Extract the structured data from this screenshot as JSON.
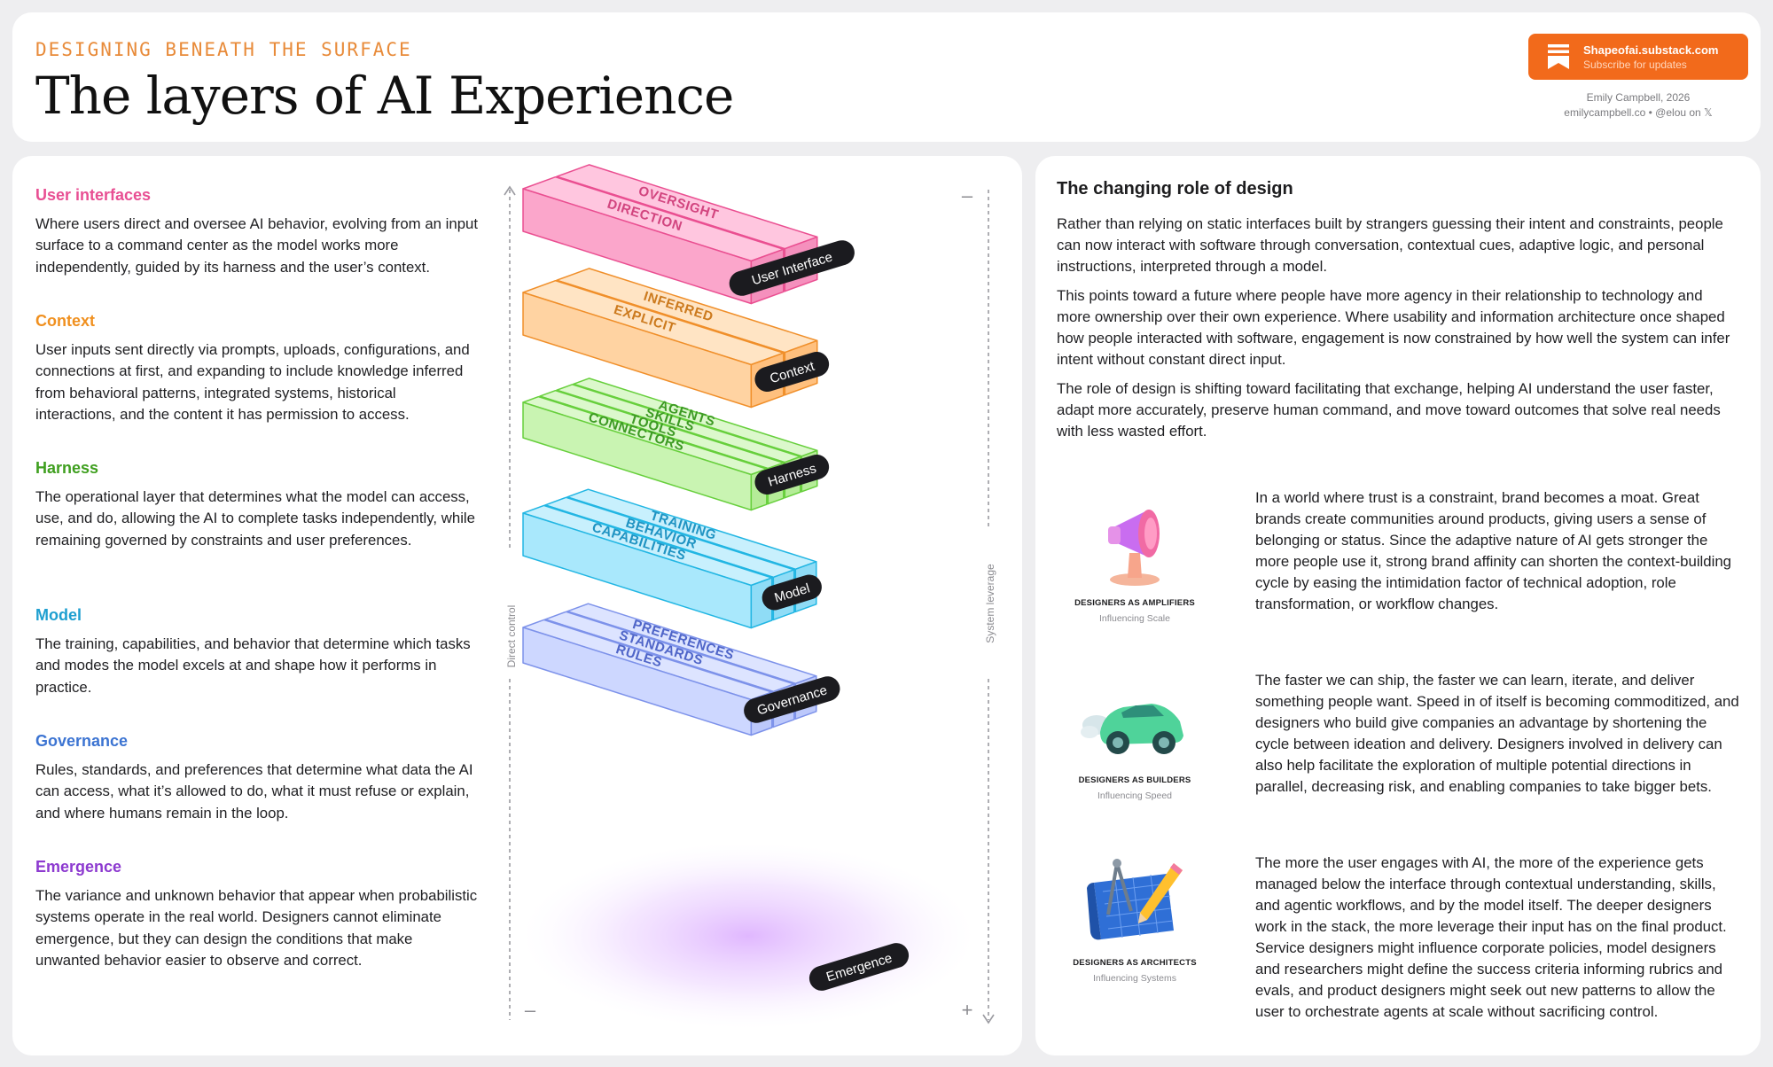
{
  "header": {
    "eyebrow": "DESIGNING BENEATH THE SURFACE",
    "title": "The layers of AI Experience",
    "cta_url": "Shapeofai.substack.com",
    "cta_sub": "Subscribe for updates",
    "credit_line1": "Emily Campbell, 2026",
    "credit_line2": "emilycampbell.co • @elou on 𝕏"
  },
  "layers": [
    {
      "title": "User interfaces",
      "color": "#e84f93",
      "desc": "Where users direct and oversee AI behavior, evolving from an input surface to a command center as the model works more independently, guided by its harness and the user’s context."
    },
    {
      "title": "Context",
      "color": "#f0901f",
      "desc": "User inputs sent directly via prompts, uploads, configurations, and connections at first, and expanding to include knowledge inferred from behavioral patterns, integrated systems, historical interactions, and the content it has permission to access."
    },
    {
      "title": "Harness",
      "color": "#3f9f1f",
      "desc": "The operational layer that determines what the model can access, use, and do, allowing the AI to complete tasks independently, while remaining governed by constraints and user preferences."
    },
    {
      "title": "Model",
      "color": "#1e9fd0",
      "desc": "The training, capabilities, and behavior that determine which tasks and modes the model excels at and shape how it performs in practice."
    },
    {
      "title": "Governance",
      "color": "#3c74d2",
      "desc": "Rules, standards, and preferences that determine what data the AI can access, what it’s allowed to do, what it must refuse or explain, and where humans remain in the loop."
    },
    {
      "title": "Emergence",
      "color": "#8d3ad0",
      "desc": "The variance and unknown behavior that appear when probabilistic systems operate in the real world. Designers cannot eliminate emergence, but they can design the conditions that make unwanted behavior easier to observe and correct."
    }
  ],
  "diagram": {
    "left_axis": "Direct control",
    "right_axis": "System leverage",
    "plus": "+",
    "minus": "–",
    "stacks": [
      {
        "badge": "User Interface",
        "colors": {
          "top": "#ffc6df",
          "front": "#fba6cb",
          "side": "#f590bd",
          "line": "#ea4f91",
          "text": "#d2457f"
        },
        "bars": [
          "DIRECTION",
          "OVERSIGHT"
        ]
      },
      {
        "badge": "Context",
        "colors": {
          "top": "#ffe4c4",
          "front": "#ffd3a2",
          "side": "#ffc07e",
          "line": "#f08f2a",
          "text": "#cc7a1e"
        },
        "bars": [
          "EXPLICIT",
          "INFERRED"
        ]
      },
      {
        "badge": "Harness",
        "colors": {
          "top": "#dcf8cc",
          "front": "#c9f4b2",
          "side": "#b5ec98",
          "line": "#67cf3c",
          "text": "#3d9a24"
        },
        "bars": [
          "CONNECTORS",
          "TOOLS",
          "SKILLS",
          "AGENTS"
        ]
      },
      {
        "badge": "Model",
        "colors": {
          "top": "#c8f0fd",
          "front": "#a9e8fc",
          "side": "#8fdcf6",
          "line": "#22b6e3",
          "text": "#1f93c2"
        },
        "bars": [
          "CAPABILITIES",
          "BEHAVIOR",
          "TRAINING"
        ]
      },
      {
        "badge": "Governance",
        "colors": {
          "top": "#dde4ff",
          "front": "#cdd7ff",
          "side": "#bcc8fb",
          "line": "#7d92ea",
          "text": "#4f65c8"
        },
        "bars": [
          "RULES",
          "STANDARDS",
          "PREFERENCES"
        ]
      }
    ],
    "emergence_badge": "Emergence"
  },
  "right": {
    "heading": "The changing role of design",
    "paragraphs": [
      "Rather than relying on static interfaces built by strangers guessing their intent and constraints, people can now interact with software through conversation, contextual cues, adaptive logic, and personal instructions, interpreted through a model.",
      "This points toward a future where people have more agency in their relationship to technology and more ownership over their own experience. Where usability and information architecture once shaped how people interacted with software, engagement is now constrained by how well the system can infer intent without constant direct input.",
      "The role of design is shifting toward facilitating that exchange, helping AI understand the user faster, adapt more accurately, preserve human command, and move toward outcomes that solve real needs with less wasted effort."
    ],
    "roles": [
      {
        "icon": "megaphone-icon",
        "name": "DESIGNERS AS AMPLIFIERS",
        "sub": "Influencing Scale",
        "text": "In a world where trust is a constraint, brand becomes a moat. Great brands create communities around products, giving users a sense of belonging or status. Since the adaptive nature of AI gets stronger the more people use it, strong brand affinity can shorten the context-building cycle by easing the intimidation factor of technical adoption, role transformation, or workflow changes."
      },
      {
        "icon": "race-car-icon",
        "name": "DESIGNERS AS BUILDERS",
        "sub": "Influencing Speed",
        "text": "The faster we can ship, the faster we can learn, iterate, and deliver something people want. Speed in of itself is becoming commoditized, and designers who build give companies an advantage by shortening the cycle between ideation and delivery.  Designers involved in delivery can also help facilitate the exploration of multiple potential directions in parallel, decreasing risk, and enabling companies to take bigger bets."
      },
      {
        "icon": "blueprint-icon",
        "name": "DESIGNERS AS ARCHITECTS",
        "sub": "Influencing Systems",
        "text": "The more the user engages with AI, the more of the experience gets managed below the interface through contextual understanding, skills, and agentic workflows, and by the model itself.  The deeper designers work in the stack, the more leverage their input has on the final product. Service designers might influence corporate policies, model designers and researchers might define the success criteria informing rubrics and evals, and product designers might seek out new patterns to allow the user to orchestrate agents at scale without sacrificing control."
      }
    ]
  }
}
